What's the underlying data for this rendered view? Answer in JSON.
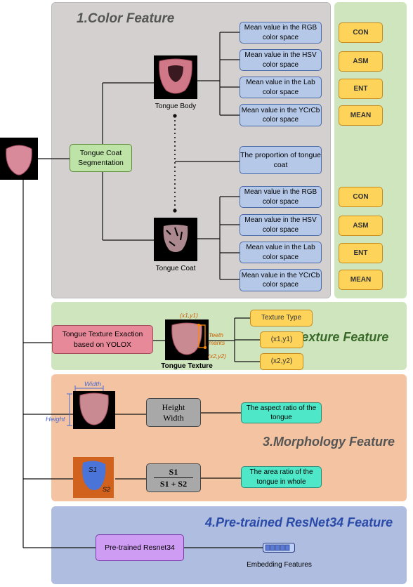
{
  "panels": {
    "color_title": "1.Color Feature",
    "texture_title": "2.Texture Feature",
    "morph_title": "3.Morphology Feature",
    "resnet_title": "4.Pre-trained ResNet34 Feature"
  },
  "color": {
    "segmentation": "Tongue Coat Segmentation",
    "body_caption": "Tongue Body",
    "coat_caption": "Tongue Coat",
    "body_means": [
      "Mean value in the RGB color space",
      "Mean value in the HSV color space",
      "Mean value in the Lab color space",
      "Mean value in the YCrCb color space"
    ],
    "coat_means": [
      "Mean value in the RGB color space",
      "Mean value in the HSV color space",
      "Mean value in the Lab color space",
      "Mean value in the YCrCb color space"
    ],
    "proportion": "The proportion of tongue coat",
    "glcm_top": [
      "CON",
      "ASM",
      "ENT",
      "MEAN"
    ],
    "glcm_bottom": [
      "CON",
      "ASM",
      "ENT",
      "MEAN"
    ]
  },
  "texture": {
    "extraction": "Tongue Texture Exaction based on YOLOX",
    "caption": "Tongue Texture",
    "p1": "(x1,y1)",
    "p2": "(x2,y2)",
    "teeth": "Teeth marks",
    "outputs": [
      "Texture Type",
      "(x1,y1)",
      "(x2,y2)"
    ]
  },
  "morph": {
    "width_label": "Width",
    "height_label": "Height",
    "frac1_num": "Height",
    "frac1_den": "Width",
    "aspect": "The aspect ratio of the tongue",
    "s1": "S1",
    "s2": "S2",
    "frac2_num": "S1",
    "frac2_den": "S1 + S2",
    "area": "The  area ratio of the tongue in whole"
  },
  "resnet": {
    "model": "Pre-trained Resnet34",
    "embedding": "Embedding Features"
  },
  "colors": {
    "gray_panel": "#d4d0d0",
    "green_panel": "#cfe5bd",
    "orange_panel": "#f4c4a2",
    "blue_panel": "#aebde0"
  }
}
